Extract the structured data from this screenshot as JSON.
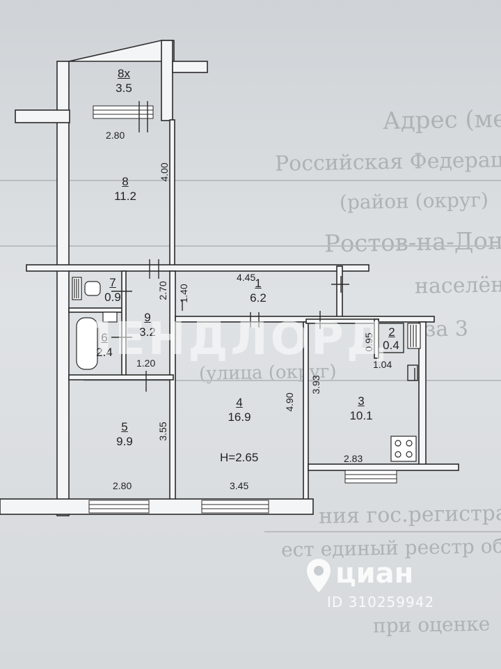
{
  "rooms": [
    {
      "id": "8x",
      "number": "8х",
      "area": "3.5"
    },
    {
      "id": "8",
      "number": "8",
      "area": "11.2"
    },
    {
      "id": "7",
      "number": "7",
      "area": "0.9"
    },
    {
      "id": "9",
      "number": "9",
      "area": "3.2"
    },
    {
      "id": "6",
      "number": "6",
      "area": "2.4"
    },
    {
      "id": "1",
      "number": "1",
      "area": "6.2"
    },
    {
      "id": "2",
      "number": "2",
      "area": "0.4"
    },
    {
      "id": "5",
      "number": "5",
      "area": "9.9"
    },
    {
      "id": "4",
      "number": "4",
      "area": "16.9"
    },
    {
      "id": "3",
      "number": "3",
      "area": "10.1"
    }
  ],
  "dimensions": {
    "room8_width": "2.80",
    "room8_length": "4.00",
    "room9_height": "2.70",
    "room1_height": "1.40",
    "room1_width": "4.45",
    "room2_height": "0.95",
    "room2_width": "1.04",
    "room9_width": "1.20",
    "room5_height": "3.55",
    "room5_width": "2.80",
    "room4_height": "4.90",
    "room4_width": "3.45",
    "room3_height": "3.93",
    "room3_width": "2.83"
  },
  "ceiling_height": "H=2.65",
  "watermark": "ЛЕНДЛОРД",
  "cian": {
    "name": "циан",
    "id": "ID 310259942"
  },
  "background_text": [
    "Адрес (местоположение)",
    "Российская Федерация  Ростовская область",
    "(район (округ)",
    "Ростов-на-Дону",
    "населённый",
    "за 3",
    "(улица (округ)",
    "ния гос.регистрации права",
    "ест единый реестр объектов капит",
    "при оценке"
  ]
}
